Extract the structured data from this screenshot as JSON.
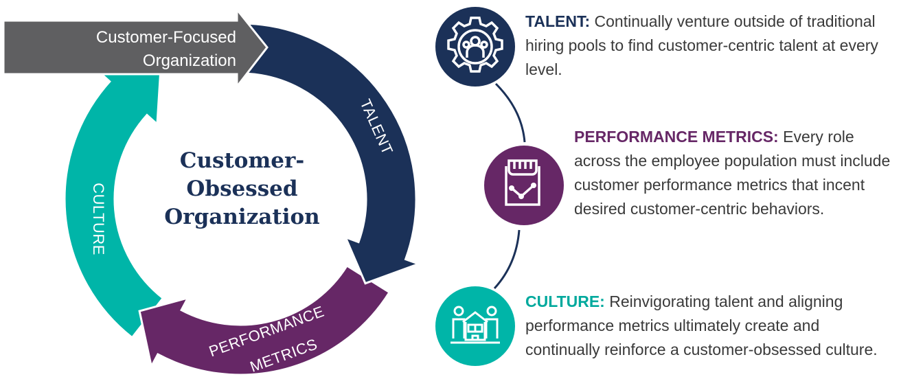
{
  "colors": {
    "navy": "#1b3158",
    "purple": "#662766",
    "teal": "#00b5a8",
    "gray": "#5f5f61"
  },
  "entry_arrow": {
    "line1": "Customer-Focused",
    "line2": "Organization"
  },
  "center": {
    "line1": "Customer-",
    "line2": "Obsessed",
    "line3": "Organization"
  },
  "ring": {
    "talent": "TALENT",
    "performance": "PERFORMANCE",
    "metrics": "METRICS",
    "culture": "CULTURE"
  },
  "items": [
    {
      "icon": "gear-people-icon",
      "title": "TALENT:",
      "text": " Continually venture outside of traditional hiring pools to find customer-centric talent at every level."
    },
    {
      "icon": "clipboard-chart-icon",
      "title": "PERFORMANCE METRICS:",
      "text": " Every role across the employee population must include customer performance metrics that incent desired customer-centric behaviors."
    },
    {
      "icon": "people-building-icon",
      "title": "CULTURE:",
      "text": " Reinvigorating talent and aligning performance metrics ultimately create and continually reinforce a customer-obsessed culture."
    }
  ]
}
